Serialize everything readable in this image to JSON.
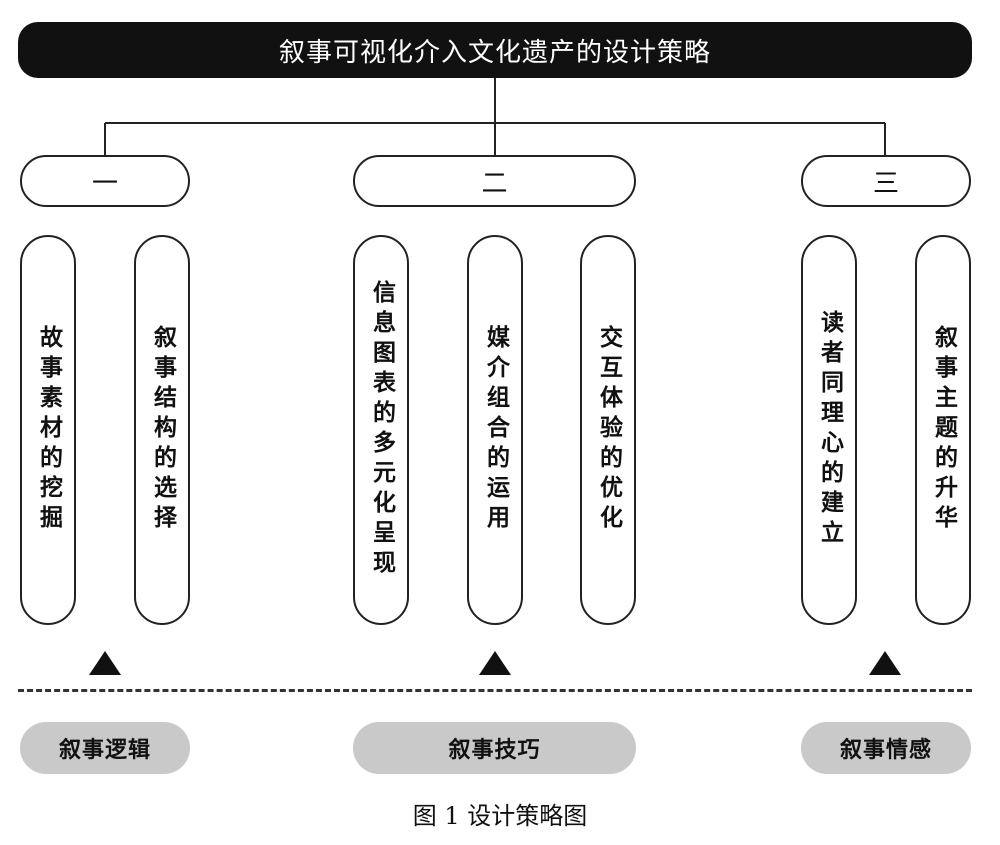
{
  "title": "叙事可视化介入文化遗产的设计策略",
  "groups": [
    {
      "label": "一",
      "items": [
        "故事素材的挖掘",
        "叙事结构的选择"
      ],
      "category": "叙事逻辑"
    },
    {
      "label": "二",
      "items": [
        "信息图表的多元化呈现",
        "媒介组合的运用",
        "交互体验的优化"
      ],
      "category": "叙事技巧"
    },
    {
      "label": "三",
      "items": [
        "读者同理心的建立",
        "叙事主题的升华"
      ],
      "category": "叙事情感"
    }
  ],
  "caption": "图 1  设计策略图"
}
